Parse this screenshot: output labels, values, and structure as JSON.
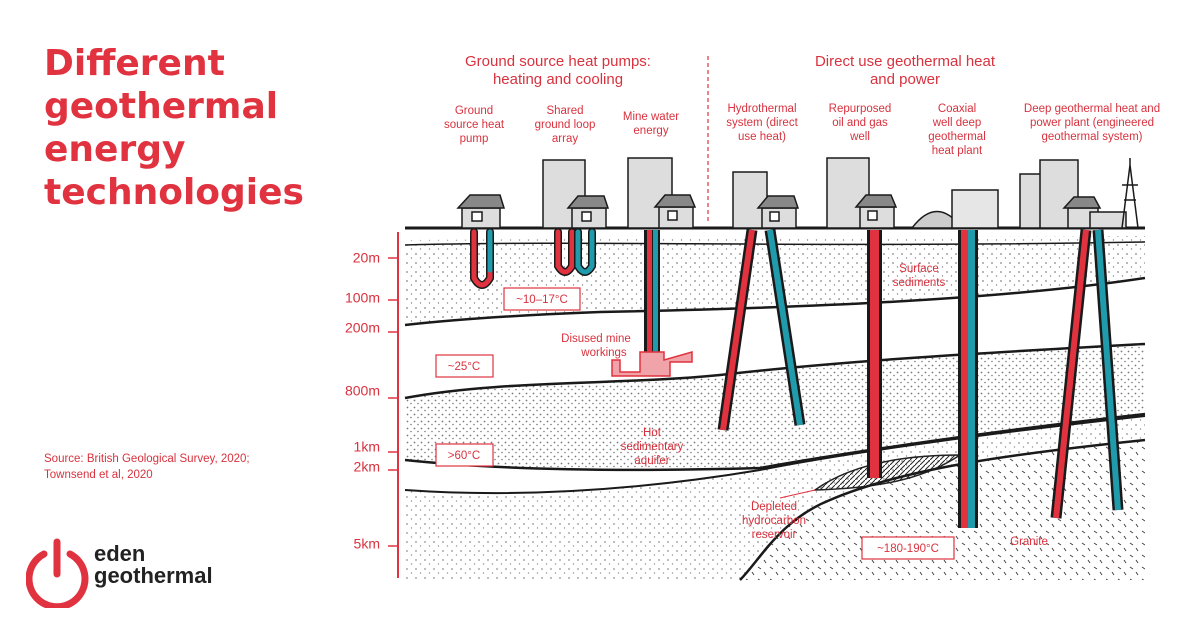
{
  "title_lines": [
    "Different",
    "geothermal",
    "energy",
    "technologies"
  ],
  "source": "Source: British Geological Survey, 2020; Townsend et al, 2020",
  "brand": {
    "line1": "eden",
    "line2": "geothermal",
    "accent": "#e0323f"
  },
  "sections": {
    "ground_source": [
      "Ground source heat pumps:",
      "heating and cooling"
    ],
    "direct_use": [
      "Direct use geothermal heat",
      "and power"
    ]
  },
  "technologies": [
    {
      "lines": [
        "Ground",
        "source heat",
        "pump"
      ]
    },
    {
      "lines": [
        "Shared",
        "ground loop",
        "array"
      ]
    },
    {
      "lines": [
        "Mine water",
        "energy"
      ]
    },
    {
      "lines": [
        "Hydrothermal",
        "system (direct",
        "use heat)"
      ]
    },
    {
      "lines": [
        "Repurposed",
        "oil and gas",
        "well"
      ]
    },
    {
      "lines": [
        "Coaxial",
        "well deep",
        "geothermal",
        "heat plant"
      ]
    },
    {
      "lines": [
        "Deep geothermal heat and",
        "power plant (engineered",
        "geothermal system)"
      ]
    }
  ],
  "depths": [
    "20m",
    "100m",
    "200m",
    "800m",
    "1km",
    "2km",
    "5km"
  ],
  "temperatures": {
    "t1": "~10–17°C",
    "t2": "~25°C",
    "t3": ">60°C",
    "t4": "~180-190°C"
  },
  "annotations": {
    "mine": [
      "Disused mine",
      "workings"
    ],
    "aquifer": [
      "Hot",
      "sedimentary",
      "aquifer"
    ],
    "surface": [
      "Surface",
      "sediments"
    ],
    "reservoir": [
      "Depleted",
      "hydrocarbon",
      "reservoir"
    ],
    "granite": "Granite"
  },
  "colors": {
    "hot_pipe": "#e0323f",
    "cold_pipe": "#1f9bab",
    "ink": "#1a1a1a"
  }
}
